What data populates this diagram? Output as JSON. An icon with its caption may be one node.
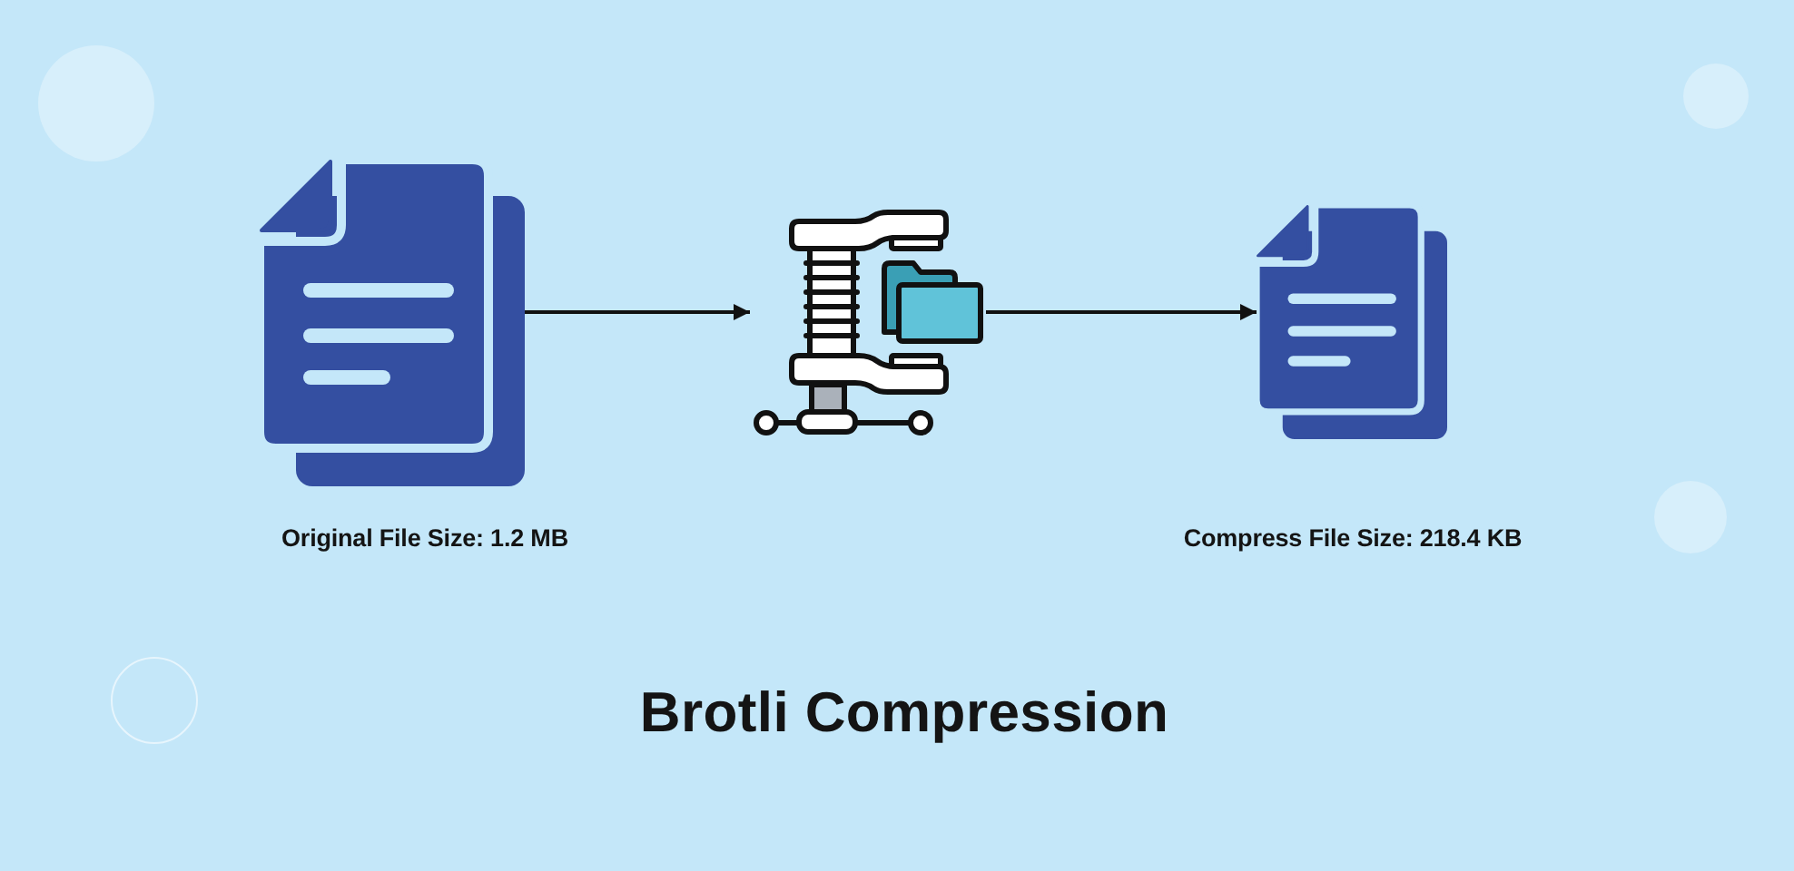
{
  "diagram": {
    "title": "Brotli Compression",
    "nodes": [
      {
        "text": [],
        "shape": "picture",
        "beside": [
          "Original File Size: 1.2 MB"
        ]
      },
      {
        "text": [],
        "shape": "picture"
      },
      {
        "text": [],
        "shape": "picture",
        "beside": [
          "Compress File Size: 218.4 KB"
        ]
      }
    ],
    "edges": [
      {
        "from": 0,
        "to": 1,
        "arrow": "to"
      },
      {
        "from": 1,
        "to": 2,
        "arrow": "to"
      }
    ]
  }
}
